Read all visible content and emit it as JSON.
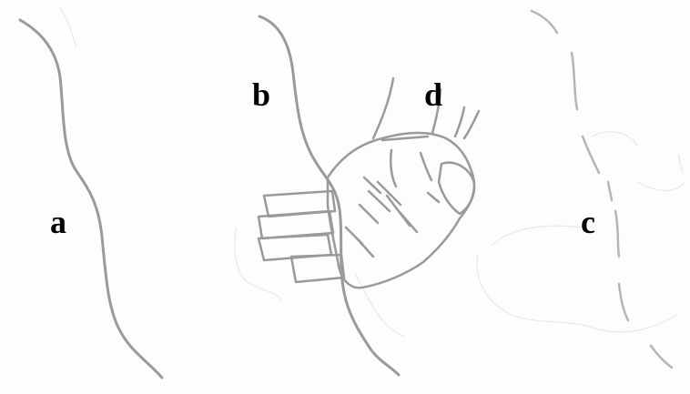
{
  "labels": {
    "a": "a",
    "b": "b",
    "c": "c",
    "d": "d"
  },
  "colors": {
    "background": "#fdfdfd",
    "trace": "#9a9a9a",
    "faint_trace": "#e6e6e6",
    "label": "#000000"
  }
}
